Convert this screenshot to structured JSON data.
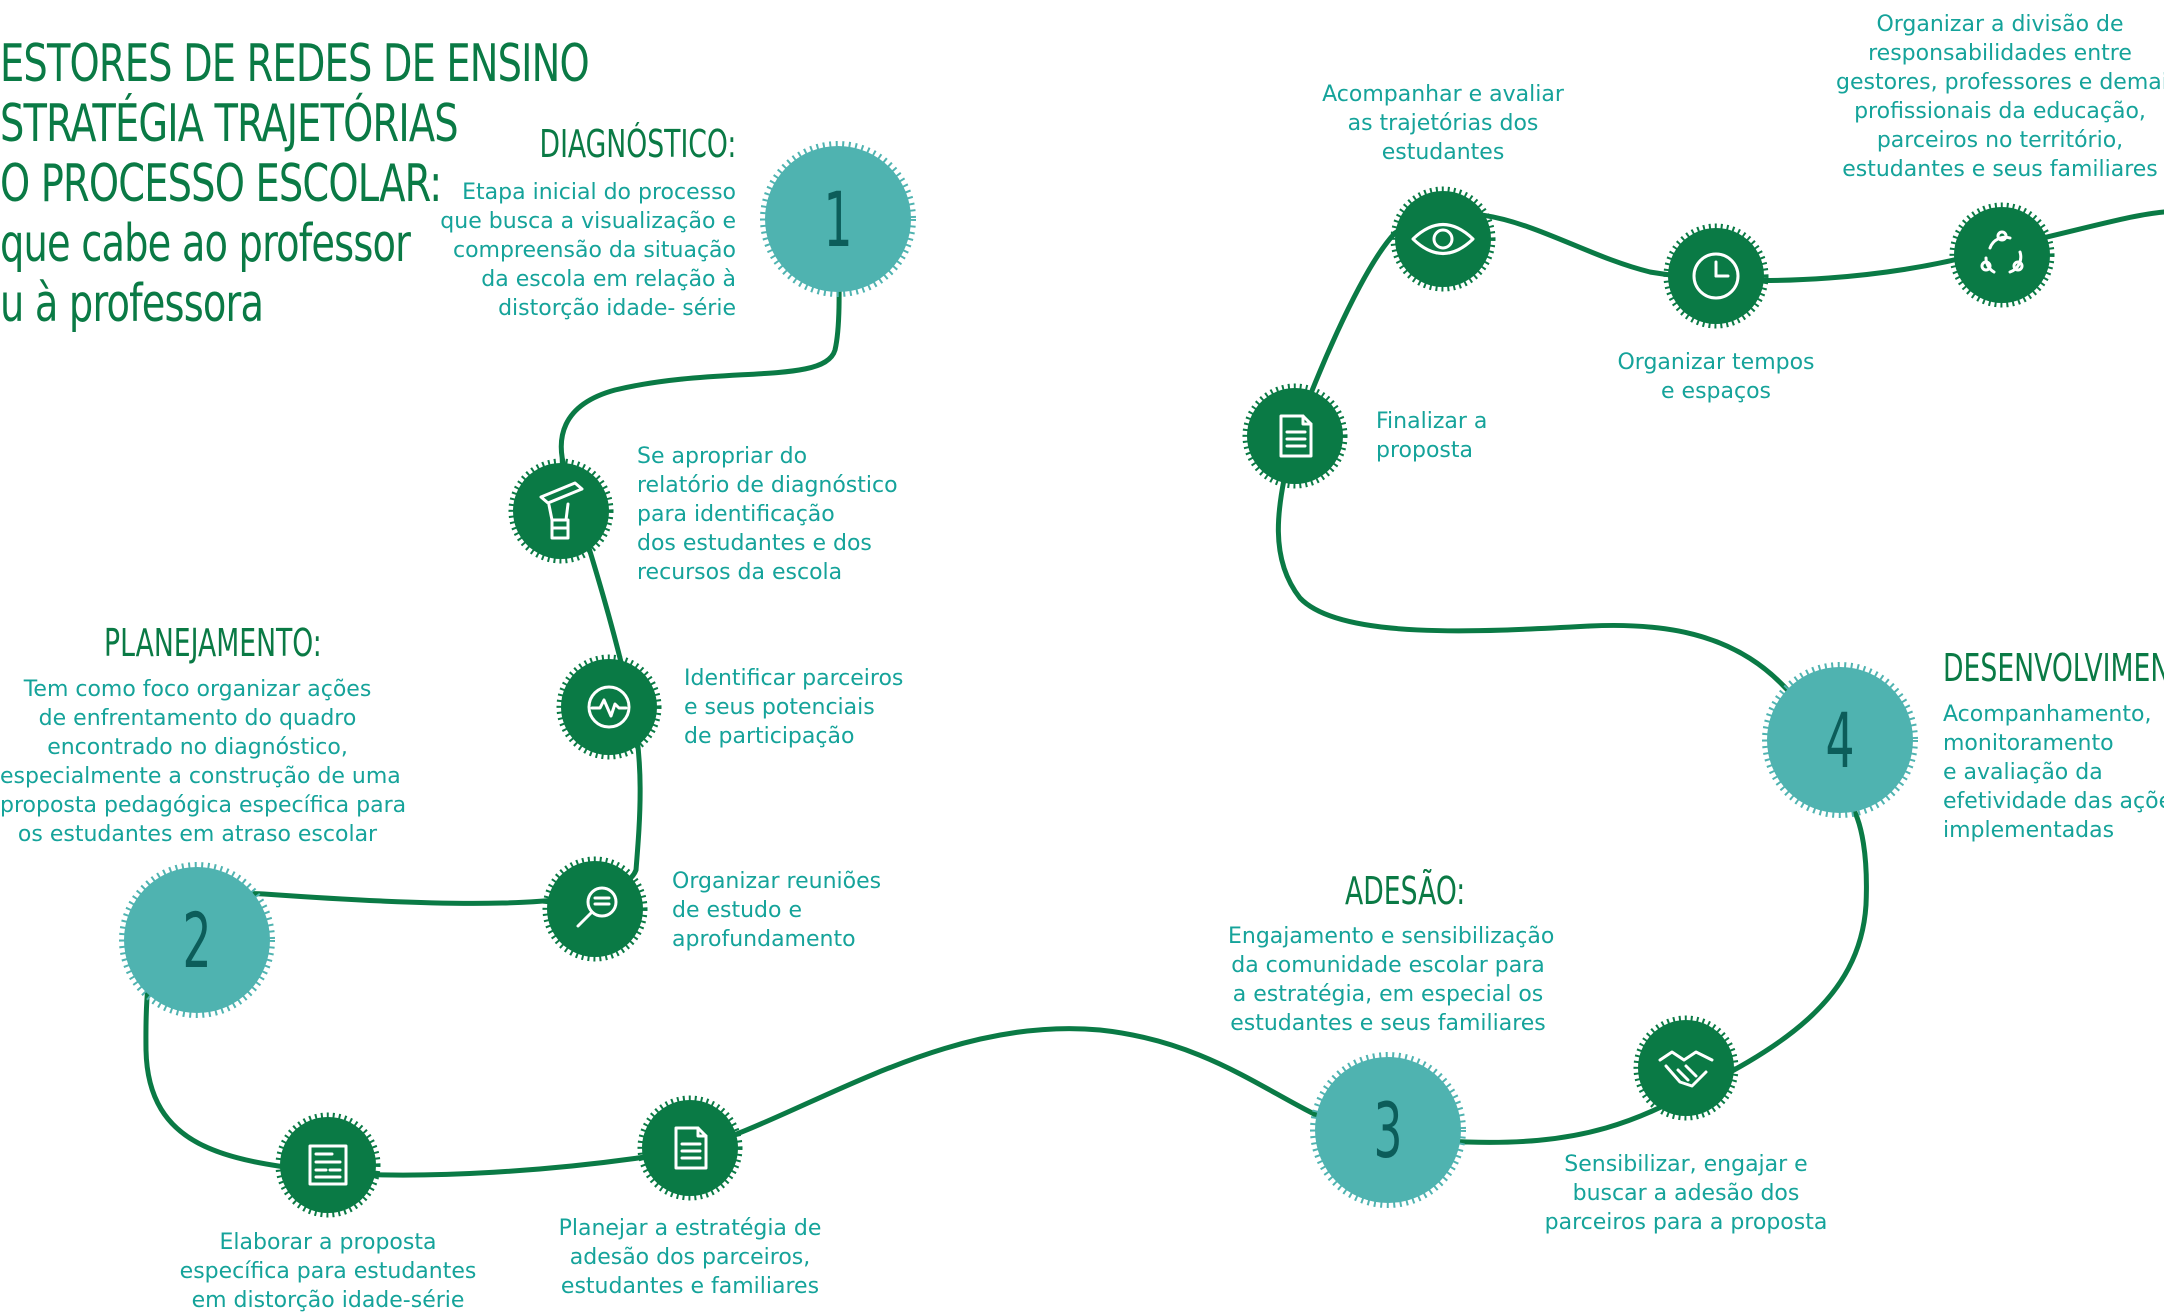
{
  "title": {
    "lines": [
      "ESTORES DE REDES DE ENSINO",
      "STRATÉGIA TRAJETÓRIAS",
      "O PROCESSO ESCOLAR:",
      "que cabe ao professor",
      "u à professora"
    ]
  },
  "stages": [
    {
      "number": "1",
      "heading": "DIAGNÓSTICO:",
      "desc": [
        "Etapa inicial do processo",
        "que busca a visualização e",
        "compreensão da situação",
        "da escola em relação à",
        "distorção idade- série"
      ]
    },
    {
      "number": "2",
      "heading": "PLANEJAMENTO:",
      "desc": [
        "Tem como foco organizar ações",
        "de enfrentamento do quadro",
        "encontrado no diagnóstico,",
        "especialmente a construção de uma",
        "proposta pedagógica específica para",
        "os estudantes em atraso escolar"
      ]
    },
    {
      "number": "3",
      "heading": "ADESÃO:",
      "desc": [
        "Engajamento e sensibilização",
        "da comunidade escolar para",
        "a estratégia, em especial os",
        "estudantes e seus familiares"
      ]
    },
    {
      "number": "4",
      "heading": "DESENVOLVIMENTO:",
      "desc": [
        "Acompanhamento,",
        "monitoramento",
        "e avaliação da",
        "efetividade das ações",
        "implementadas"
      ]
    }
  ],
  "steps": [
    {
      "icon": "hand-pen-icon",
      "label": [
        "Se apropriar do",
        "relatório de diagnóstico",
        "para identificação",
        "dos estudantes e dos",
        "recursos da escola"
      ]
    },
    {
      "icon": "pulse-icon",
      "label": [
        "Identificar parceiros",
        "e seus potenciais",
        "de participação"
      ]
    },
    {
      "icon": "magnifier-document-icon",
      "label": [
        "Organizar reuniões",
        "de estudo e",
        "aprofundamento"
      ]
    },
    {
      "icon": "blueprint-icon",
      "label": [
        "Elaborar a proposta",
        "específica para estudantes",
        "em distorção idade-série"
      ]
    },
    {
      "icon": "document-icon",
      "label": [
        "Planejar a estratégia de",
        "adesão dos parceiros,",
        "estudantes e familiares"
      ]
    },
    {
      "icon": "handshake-icon",
      "label": [
        "Sensibilizar, engajar e",
        "buscar a adesão dos",
        "parceiros para a proposta"
      ]
    },
    {
      "icon": "document-icon",
      "label": [
        "Finalizar a",
        "proposta"
      ]
    },
    {
      "icon": "eye-icon",
      "label": [
        "Acompanhar e avaliar",
        "as trajetórias dos",
        "estudantes"
      ]
    },
    {
      "icon": "clock-icon",
      "label": [
        "Organizar tempos",
        "e espaços"
      ]
    },
    {
      "icon": "cycle-icon",
      "label": [
        "Organizar a divisão de",
        "responsabilidades entre",
        "gestores, professores e demais",
        "profissionais da educação,",
        "parceiros no território,",
        "estudantes e seus familiares"
      ]
    }
  ],
  "colors": {
    "path": "#0a7a45",
    "step_node": "#0a7a45",
    "stage_node": "#4fb3b0",
    "stage_number": "#0c5d5a",
    "text": "#15a39a",
    "heading": "#0a7a45"
  }
}
